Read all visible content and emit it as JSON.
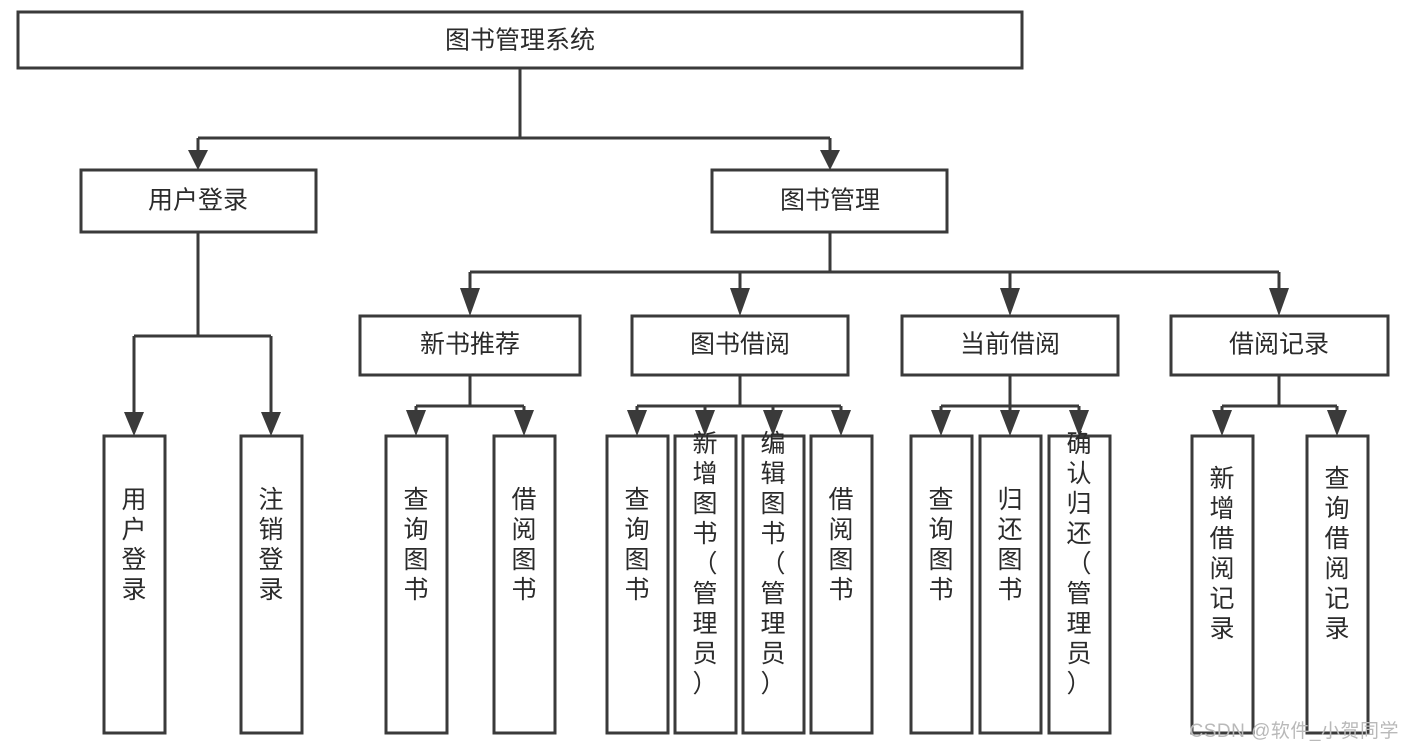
{
  "diagram": {
    "title": "图书管理系统",
    "watermark": "CSDN @软件_小贺同学",
    "colors": {
      "box_stroke": "#3a3a3a",
      "box_fill": "#ffffff",
      "text": "#2b2b2b",
      "watermark": "#b9b9b9"
    },
    "root": {
      "label": "图书管理系统"
    },
    "level2": [
      {
        "label": "用户登录"
      },
      {
        "label": "图书管理"
      }
    ],
    "level3": [
      {
        "label": "新书推荐"
      },
      {
        "label": "图书借阅"
      },
      {
        "label": "当前借阅"
      },
      {
        "label": "借阅记录"
      }
    ],
    "leaves": {
      "user_login": [
        {
          "label": "用户登录"
        },
        {
          "label": "注销登录"
        }
      ],
      "new_book_recommend": [
        {
          "label": "查询图书"
        },
        {
          "label": "借阅图书"
        }
      ],
      "book_borrow": [
        {
          "label": "查询图书"
        },
        {
          "label": "新增图书（管理员）"
        },
        {
          "label": "编辑图书（管理员）"
        },
        {
          "label": "借阅图书"
        }
      ],
      "current_borrow": [
        {
          "label": "查询图书"
        },
        {
          "label": "归还图书"
        },
        {
          "label": "确认归还（管理员）"
        }
      ],
      "borrow_record": [
        {
          "label": "新增借阅记录"
        },
        {
          "label": "查询借阅记录"
        }
      ]
    }
  }
}
